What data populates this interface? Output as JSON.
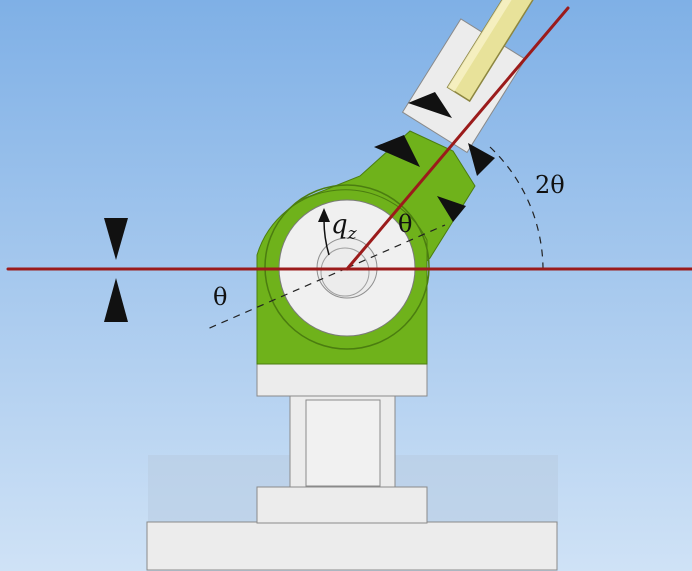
{
  "labels": {
    "two_theta": "2θ",
    "theta_upper": "θ",
    "theta_lower": "θ",
    "qz_main": "q",
    "qz_sub": "z"
  },
  "colors": {
    "sky_top": "#7fb0e6",
    "sky_bottom": "#cfe2f6",
    "goniometer_green": "#6fb21b",
    "beam_red": "#9b1b1b",
    "mount_gray": "#ececec",
    "detector_tube": "#e8e29a",
    "slit_black": "#111111"
  }
}
